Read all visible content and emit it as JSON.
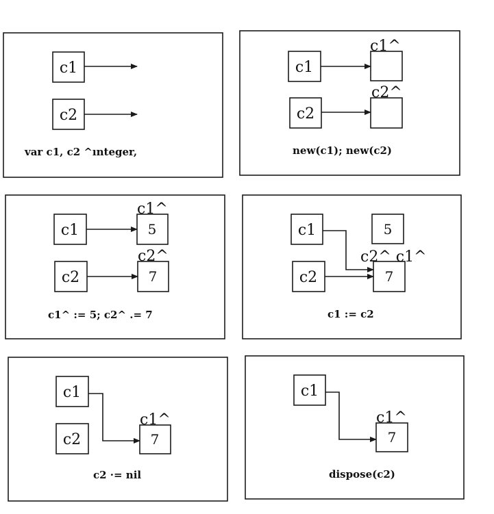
{
  "panels": [
    {
      "caption": "var  c1, c2  ^ınteger,",
      "var1": "c1",
      "var2": "c2"
    },
    {
      "caption": "new(c1);  new(c2)",
      "var1": "c1",
      "var2": "c2",
      "tag1": "c1^",
      "tag2": "c2^"
    },
    {
      "caption": "c1^ := 5;   c2^ .= 7",
      "var1": "c1",
      "var2": "c2",
      "tag1": "c1^",
      "tag2": "c2^",
      "value1": "5",
      "value2": "7"
    },
    {
      "caption": "c1  := c2",
      "var1": "c1",
      "var2": "c2",
      "tag2": "c2^ c1^",
      "value1": "5",
      "value2": "7"
    },
    {
      "caption": "c2  ·= nil",
      "var1": "c1",
      "var2": "c2",
      "tag1": "c1^",
      "value1": "7"
    },
    {
      "caption": "dispose(c2)",
      "var1": "c1",
      "tag1": "c1^",
      "value1": "7"
    }
  ]
}
